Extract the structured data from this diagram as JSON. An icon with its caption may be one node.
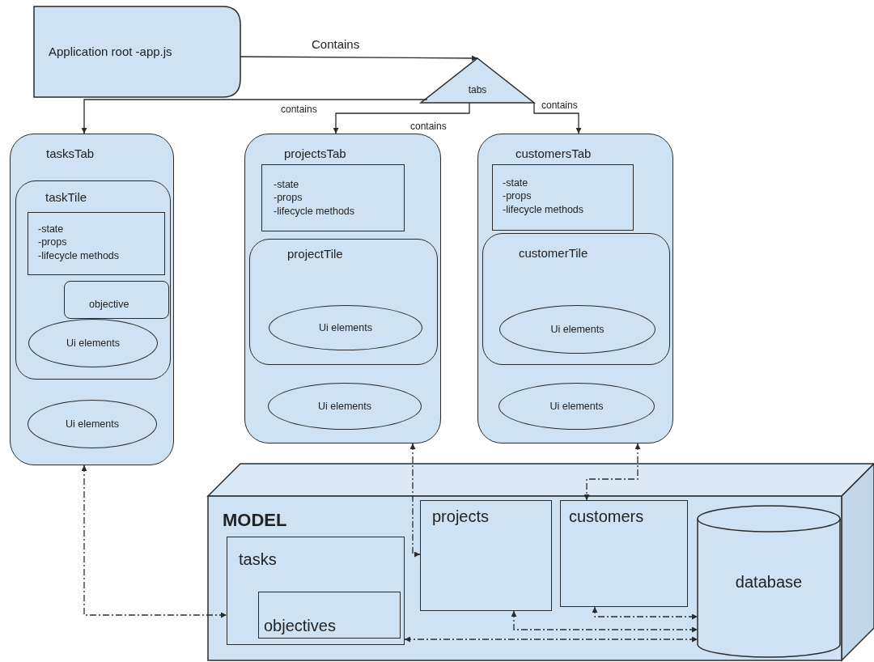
{
  "diagram": {
    "nodes": [
      {
        "text": [
          "Application root -app.js"
        ]
      },
      {
        "text": [
          "tabs"
        ]
      },
      {
        "text": [
          "tasksTab"
        ]
      },
      {
        "text": [
          "taskTile"
        ],
        "in": 2
      },
      {
        "text": [
          "-state",
          "-props",
          "-lifecycle methods"
        ],
        "in": 3
      },
      {
        "text": [
          "objective"
        ],
        "in": 3
      },
      {
        "text": [
          "Ui elements"
        ],
        "in": 3
      },
      {
        "text": [
          "Ui elements"
        ],
        "in": 2
      },
      {
        "text": [
          "projectsTab"
        ]
      },
      {
        "text": [
          "-state",
          "-props",
          "-lifecycle methods"
        ],
        "in": 8
      },
      {
        "text": [
          "projectTile"
        ],
        "in": 8
      },
      {
        "text": [
          "Ui elements"
        ],
        "in": 10
      },
      {
        "text": [
          "Ui elements"
        ],
        "in": 8
      },
      {
        "text": [
          "customersTab"
        ]
      },
      {
        "text": [
          "-state",
          "-props",
          "-lifecycle methods"
        ],
        "in": 13
      },
      {
        "text": [
          "customerTile"
        ],
        "in": 13
      },
      {
        "text": [
          "Ui elements"
        ],
        "in": 15
      },
      {
        "text": [
          "Ui elements"
        ],
        "in": 13
      },
      {
        "text": [
          "MODEL"
        ]
      },
      {
        "text": [
          "tasks"
        ],
        "in": 18
      },
      {
        "text": [
          "objectives"
        ],
        "in": 19
      },
      {
        "text": [
          "projects"
        ],
        "in": 18
      },
      {
        "text": [
          "customers"
        ],
        "in": 18
      },
      {
        "text": [
          "database"
        ],
        "in": 18
      }
    ],
    "edges": [
      {
        "from": 0,
        "to": 1,
        "arrow": "to",
        "label": "Contains"
      },
      {
        "from": 1,
        "to": 2,
        "arrow": "to",
        "label": "contains"
      },
      {
        "from": 1,
        "to": 8,
        "arrow": "to",
        "label": "contains"
      },
      {
        "from": 1,
        "to": 13,
        "arrow": "to",
        "label": "contains"
      },
      {
        "from": 2,
        "to": 19,
        "arrow": "both",
        "style": "dashed"
      },
      {
        "from": 8,
        "to": 21,
        "arrow": "both",
        "style": "dashed"
      },
      {
        "from": 13,
        "to": 22,
        "arrow": "both",
        "style": "dashed"
      },
      {
        "from": 22,
        "to": 23,
        "arrow": "both",
        "style": "dashed"
      },
      {
        "from": 21,
        "to": 23,
        "arrow": "both",
        "style": "dashed"
      },
      {
        "from": 19,
        "to": 23,
        "arrow": "both",
        "style": "dashed"
      }
    ]
  }
}
